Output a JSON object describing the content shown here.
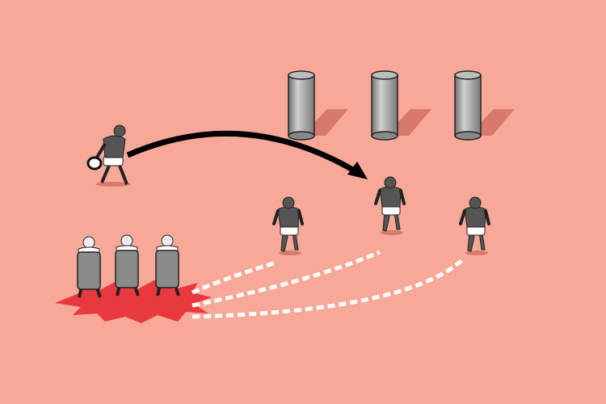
{
  "colors": {
    "background": "#F7A898",
    "impact_zone": "#E8393F",
    "pass_arrow": "#000000",
    "run_lines": "#FFFFFF",
    "tackle_bag": "#9A9A9A",
    "shadow": "#D77A6C",
    "jersey": "#555555",
    "shorts": "#FFFFFF"
  },
  "elements": {
    "tackle_bags": 3,
    "passer": "player-with-ball-icon",
    "runners": 3,
    "shield_holders": 3,
    "impact_zone": "starburst-icon"
  }
}
